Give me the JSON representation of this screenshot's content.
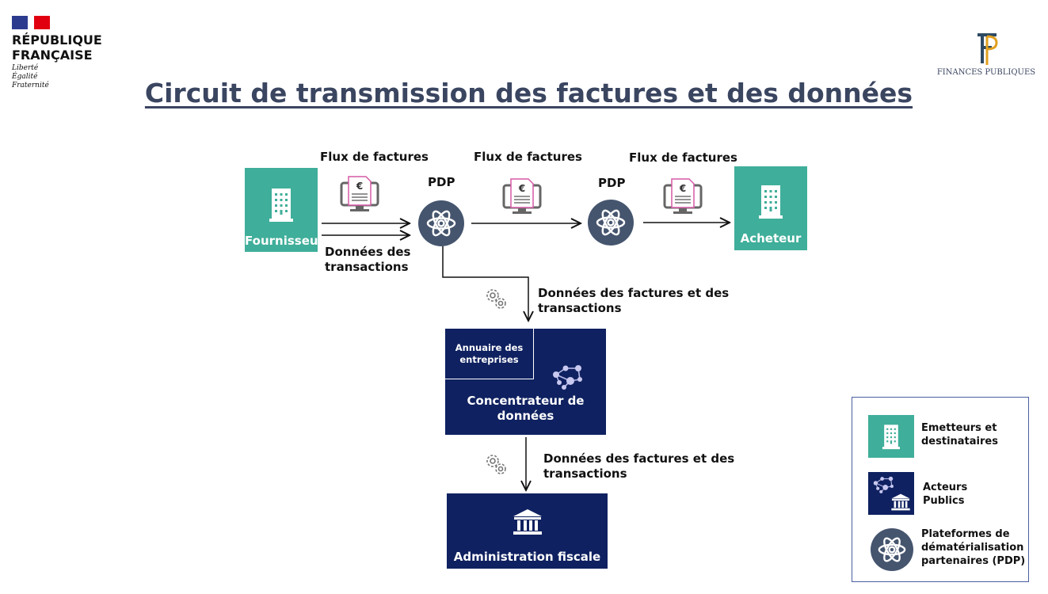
{
  "logos": {
    "republique": [
      "RÉPUBLIQUE",
      "FRANÇAISE"
    ],
    "motto": [
      "Liberté",
      "Égalité",
      "Fraternité"
    ],
    "finances": "FINANCES PUBLIQUES"
  },
  "title": "Circuit de transmission des factures et des données",
  "nodes": {
    "fournisseur": "Fournisseur",
    "acheteur": "Acheteur",
    "pdp1": "PDP",
    "pdp2": "PDP",
    "annuaire": "Annuaire des entreprises",
    "concentrateur": "Concentrateur de données",
    "admin": "Administration fiscale"
  },
  "flows": {
    "flux1": "Flux de factures",
    "flux2": "Flux de factures",
    "flux3": "Flux de factures",
    "transactions": [
      "Données des",
      "transactions"
    ],
    "data1": [
      "Données des factures et des",
      "transactions"
    ],
    "data2": [
      "Données des factures et des",
      "transactions"
    ]
  },
  "legend": {
    "emetteurs": [
      "Emetteurs et",
      "destinataires"
    ],
    "acteurs": [
      "Acteurs",
      "Publics"
    ],
    "pdp": [
      "Plateformes de",
      "dématérialisation",
      "partenaires (PDP)"
    ]
  },
  "colors": {
    "teal": "#3fae9a",
    "navy": "#0f2160",
    "pdp": "#45556e",
    "title": "#3a4560"
  }
}
